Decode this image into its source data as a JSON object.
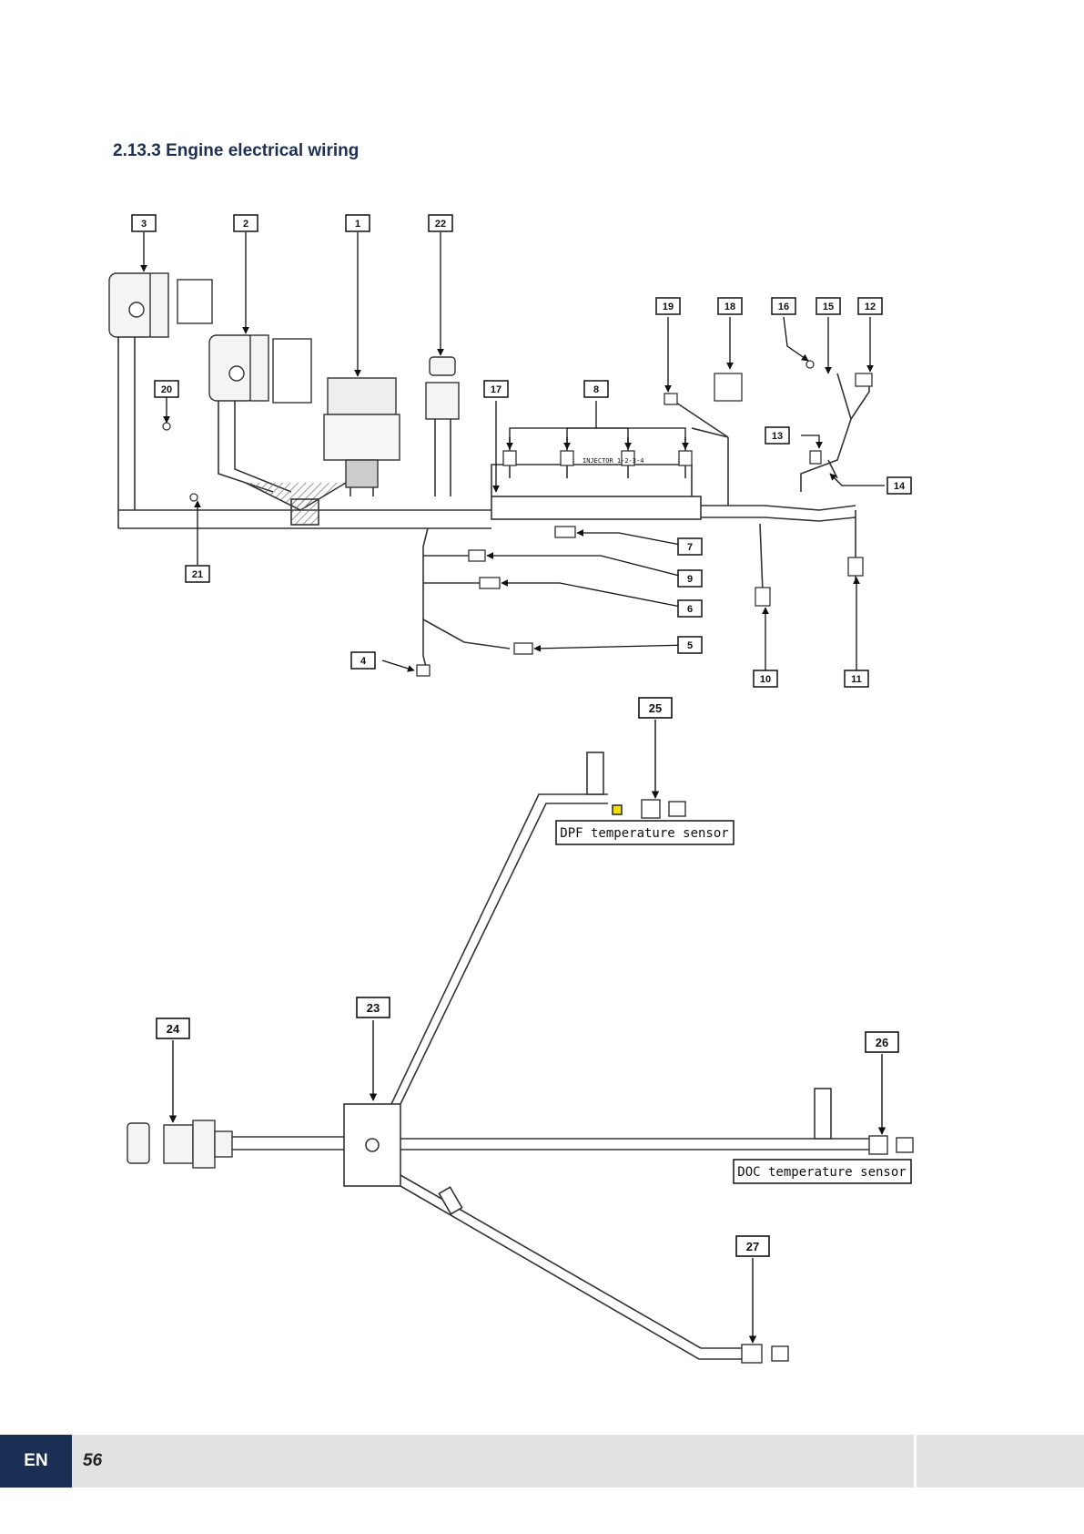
{
  "page": {
    "title": "2.13.3 Engine electrical wiring",
    "language": "EN",
    "page_number": "56"
  },
  "diagram": {
    "callouts": [
      "1",
      "2",
      "3",
      "4",
      "5",
      "6",
      "7",
      "8",
      "9",
      "10",
      "11",
      "12",
      "13",
      "14",
      "15",
      "16",
      "17",
      "18",
      "19",
      "20",
      "21",
      "22",
      "23",
      "24",
      "25",
      "26",
      "27"
    ],
    "captions": {
      "dpf_sensor": "DPF temperature sensor",
      "doc_sensor": "DOC temperature sensor"
    },
    "rail_marking": "INJECTOR 1-2-3-4"
  },
  "colors": {
    "title": "#1d2f52",
    "footer_band": "#e2e2e2",
    "footer_lang_bg": "#1b2f55",
    "marker_yellow": "#f2e100"
  }
}
